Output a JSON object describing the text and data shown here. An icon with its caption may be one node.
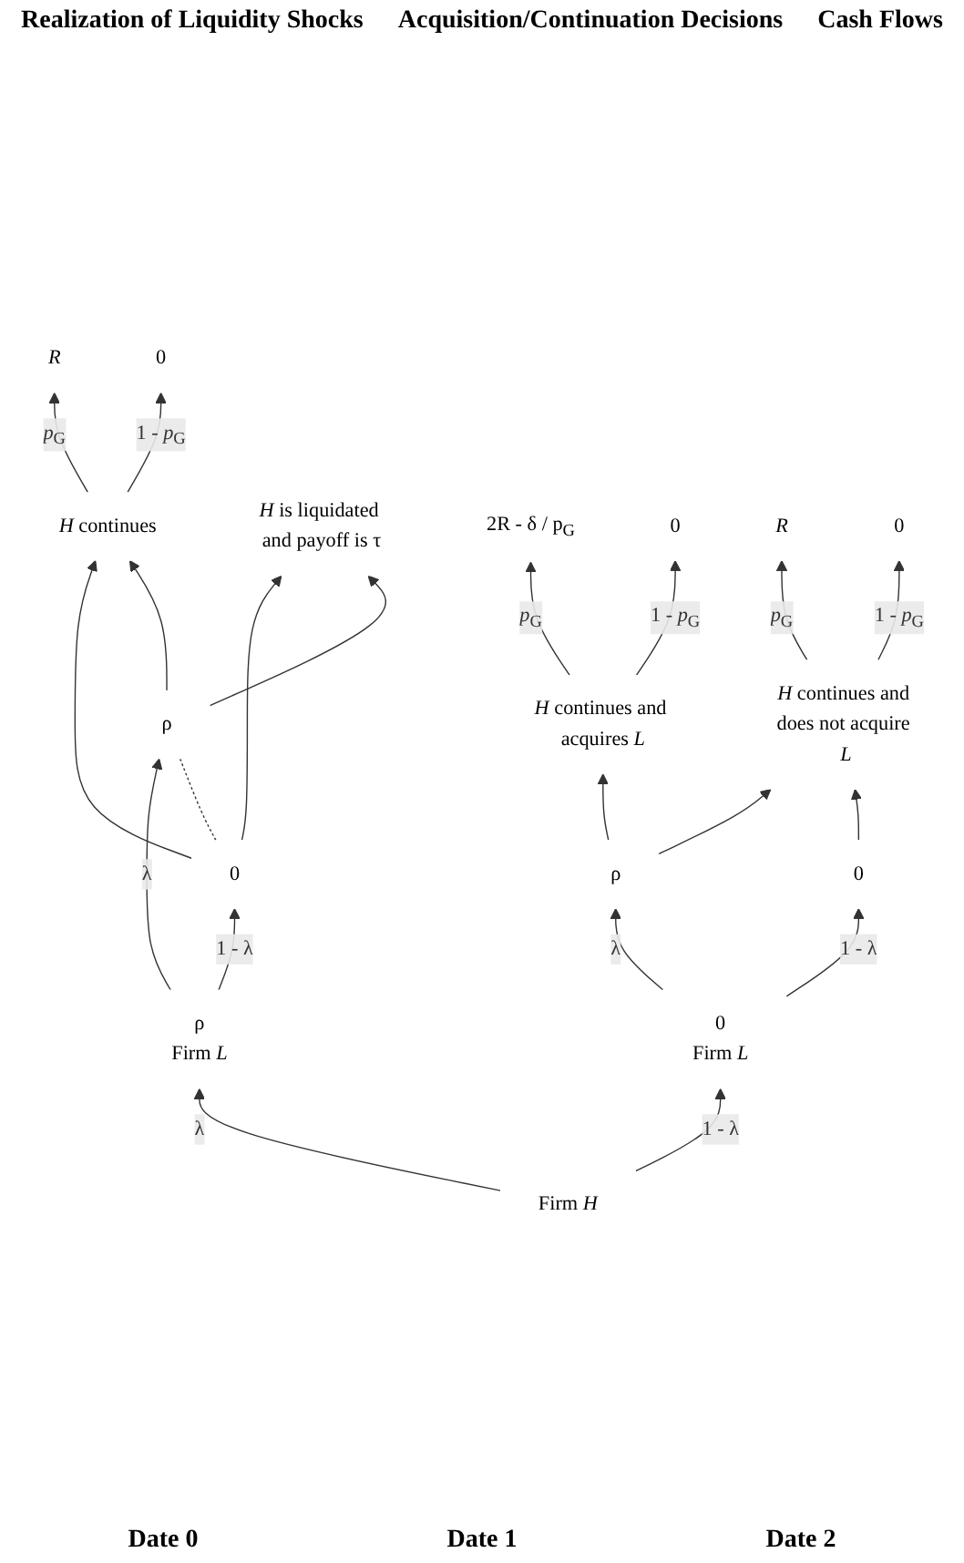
{
  "diagram": {
    "nodes": [
      {
        "text": [
          "Firm *H*"
        ]
      },
      {
        "text": [
          "0",
          "Firm *L*"
        ]
      },
      {
        "text": [
          "ρ",
          "Firm *L*"
        ]
      },
      {
        "text": [
          "ρ"
        ]
      },
      {
        "text": [
          "0"
        ]
      },
      {
        "text": [
          "*H* continues and acquires *L*"
        ]
      },
      {
        "text": [
          "*H* continues and does not acquire *L*"
        ]
      },
      {
        "text": [
          "0"
        ]
      },
      {
        "text": [
          "ρ"
        ]
      },
      {
        "text": [
          "*H* continues"
        ]
      },
      {
        "text": [
          "*H* is liquidated and payoff is τ"
        ]
      },
      {
        "text": [
          "2R - δ / p$_{G}$"
        ]
      },
      {
        "text": [
          "0"
        ]
      },
      {
        "text": [
          "*R*"
        ]
      },
      {
        "text": [
          "0"
        ]
      },
      {
        "text": [
          "*R*"
        ]
      },
      {
        "text": [
          "0"
        ]
      }
    ],
    "edges": [
      {
        "from": 0,
        "to": 1,
        "arrow": "to",
        "label": "1 - λ"
      },
      {
        "from": 0,
        "to": 2,
        "arrow": "to",
        "label": "λ"
      },
      {
        "from": 1,
        "to": 3,
        "arrow": "to",
        "label": "λ"
      },
      {
        "from": 1,
        "to": 4,
        "arrow": "to",
        "label": "1 - λ"
      },
      {
        "from": 2,
        "to": 7,
        "arrow": "to",
        "label": "1 - λ"
      },
      {
        "from": 2,
        "to": 8,
        "arrow": "to",
        "label": "λ"
      },
      {
        "from": 3,
        "to": 5,
        "arrow": "to"
      },
      {
        "from": 3,
        "to": 6,
        "arrow": "to"
      },
      {
        "from": 4,
        "to": 6,
        "arrow": "to"
      },
      {
        "from": 7,
        "to": 8,
        "arrow": "none",
        "style": "dashed"
      },
      {
        "from": 7,
        "to": 9,
        "arrow": "to"
      },
      {
        "from": 8,
        "to": 9,
        "arrow": "to"
      },
      {
        "from": 7,
        "to": 10,
        "arrow": "to"
      },
      {
        "from": 8,
        "to": 10,
        "arrow": "to"
      },
      {
        "from": 5,
        "to": 11,
        "arrow": "to",
        "label": "*p*$_{G}$"
      },
      {
        "from": 5,
        "to": 12,
        "arrow": "to",
        "label": "1 - *p*$_{G}$"
      },
      {
        "from": 6,
        "to": 13,
        "arrow": "to",
        "label": "*p*$_{G}$"
      },
      {
        "from": 6,
        "to": 14,
        "arrow": "to",
        "label": "1 - *p*$_{G}$"
      },
      {
        "from": 9,
        "to": 15,
        "arrow": "to",
        "label": "*p*$_{G}$"
      },
      {
        "from": 9,
        "to": 16,
        "arrow": "to",
        "label": "1 - *p*$_{G}$"
      }
    ],
    "labels": [
      "Realization of Liquidity Shocks",
      "Acquisition/Continuation Decisions",
      "Cash Flows",
      "Date 0",
      "Date 1",
      "Date 2"
    ]
  }
}
